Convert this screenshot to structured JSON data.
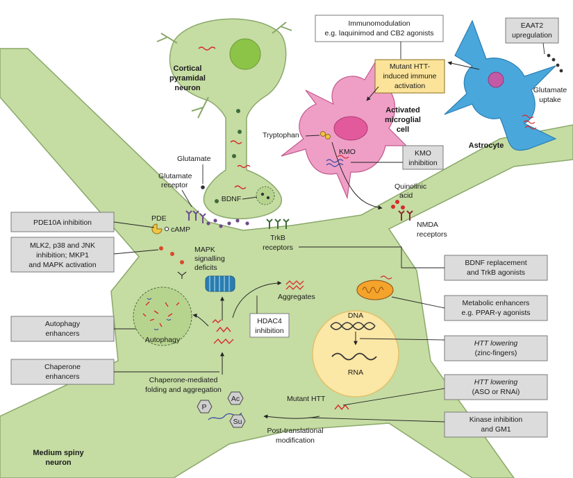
{
  "colors": {
    "neuron_green": "#c5dca3",
    "neuron_stroke": "#8aa86a",
    "microglia_pink": "#ef9fc6",
    "astrocyte_blue": "#4aa7dc",
    "nucleus_green": "#8bc447",
    "nucleus_yellow": "#fbe7a6",
    "huntingtin_red": "#d62b2b",
    "therapy_box_grey": "#dcdcdc",
    "immune_box_yellow": "#fbe39a"
  },
  "cells": {
    "cortical": [
      "Cortical",
      "pyramidal",
      "neuron"
    ],
    "microglia": [
      "Activated",
      "microglial",
      "cell"
    ],
    "astrocyte": "Astrocyte",
    "msn": [
      "Medium spiny",
      "neuron"
    ]
  },
  "labels": {
    "glutamate": "Glutamate",
    "glutamate_receptor": [
      "Glutamate",
      "receptor"
    ],
    "bdnf": "BDNF",
    "pde": "PDE",
    "camp": "cAMP",
    "trkb": [
      "TrkB",
      "receptors"
    ],
    "tryptophan": "Tryptophan",
    "kmo": "KMO",
    "quinolinic": [
      "Quinolinic",
      "acid"
    ],
    "nmda": [
      "NMDA",
      "receptors"
    ],
    "glutamate_uptake": [
      "Glutamate",
      "uptake"
    ],
    "mapk": [
      "MAPK",
      "signalling",
      "deficits"
    ],
    "aggregates": "Aggregates",
    "autophagy": "Autophagy",
    "dna": "DNA",
    "rna": "RNA",
    "mutant_htt": "Mutant HTT",
    "chaperone_mediated": [
      "Chaperone-mediated",
      "folding and aggregation"
    ],
    "post_translational": [
      "Post-translational",
      "modification"
    ],
    "ptm_p": "P",
    "ptm_ac": "Ac",
    "ptm_su": "Su"
  },
  "immune_box": [
    "Mutant HTT-",
    "induced immune",
    "activation"
  ],
  "therapies": {
    "immunomodulation": [
      "Immunomodulation",
      "e.g. laquinimod and CB2 agonists"
    ],
    "eaat2": [
      "EAAT2",
      "upregulation"
    ],
    "kmo_inhibition": [
      "KMO",
      "inhibition"
    ],
    "pde10a": "PDE10A inhibition",
    "mlk2": [
      "MLK2, p38 and JNK",
      "inhibition; MKP1",
      "and MAPK activation"
    ],
    "bdnf_replacement": [
      "BDNF replacement",
      "and TrkB agonists"
    ],
    "metabolic": [
      "Metabolic enhancers",
      "e.g. PPAR-γ agonists"
    ],
    "autophagy_enhancers": [
      "Autophagy",
      "enhancers"
    ],
    "htt_zinc": [
      "HTT lowering",
      "(zinc-fingers)"
    ],
    "hdac4": [
      "HDAC4",
      "inhibition"
    ],
    "chaperone_enhancers": [
      "Chaperone",
      "enhancers"
    ],
    "htt_aso": [
      "HTT lowering",
      "(ASO or RNAi)"
    ],
    "kinase": [
      "Kinase inhibition",
      "and GM1"
    ]
  }
}
